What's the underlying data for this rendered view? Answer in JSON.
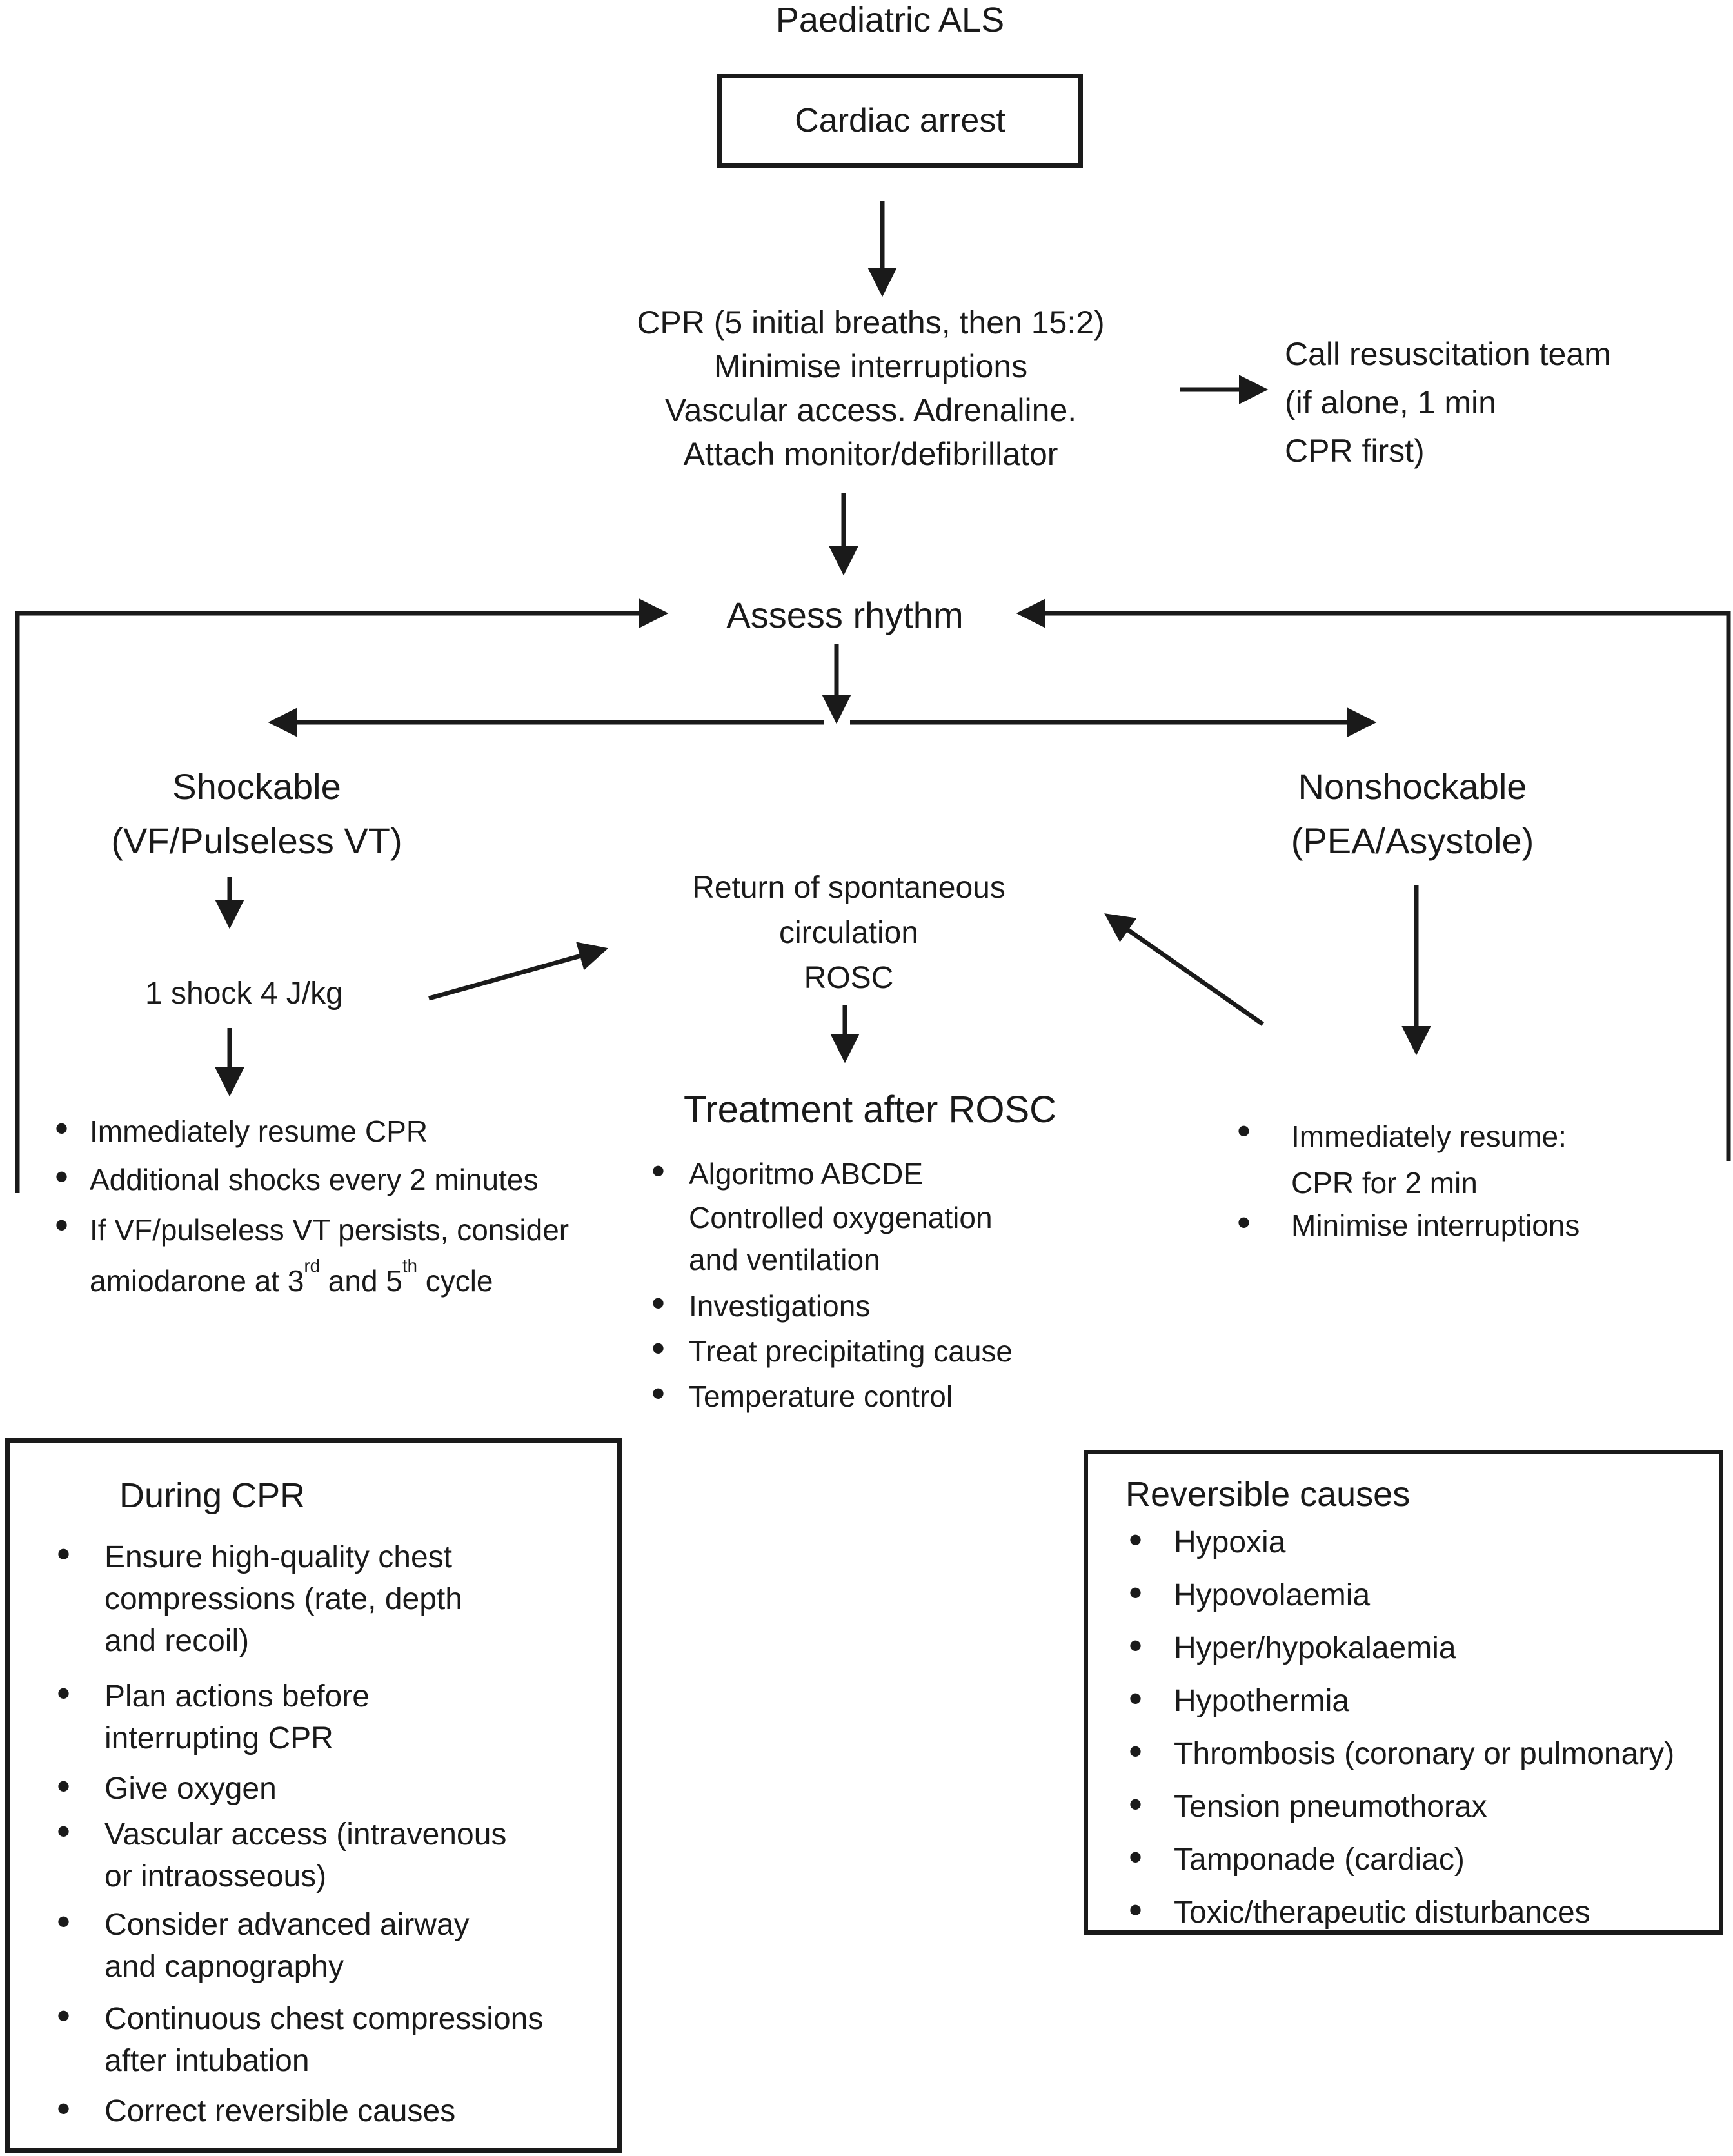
{
  "ui": {
    "bullet": "•"
  },
  "title": "Paediatric ALS",
  "cardiac_arrest_label": "Cardiac arrest",
  "cpr_block": "CPR (5 initial breaths, then 15:2)\nMinimise interruptions\nVascular access. Adrenaline.\nAttach monitor/defibrillator",
  "call_team": "Call resuscitation team\n(if alone, 1 min\nCPR first)",
  "assess_rhythm": "Assess rhythm",
  "shockable": "Shockable\n(VF/Pulseless VT)",
  "nonshockable": "Nonshockable\n(PEA/Asystole)",
  "one_shock": "1 shock 4 J/kg",
  "rosc": "Return of spontaneous\ncirculation\nROSC",
  "treatment_header": "Treatment after ROSC",
  "shockable_bullets": {
    "item1": "Immediately resume CPR",
    "item2": "Additional shocks every 2 minutes",
    "item3_line1": "If VF/pulseless VT persists, consider",
    "item3_line2_parts": {
      "pre": "amiodarone at 3",
      "sup1": "rd",
      "mid": " and 5",
      "sup2": "th",
      "post": " cycle"
    }
  },
  "rosc_bullets": {
    "item1": "Algoritmo ABCDE",
    "item1_cont": "Controlled oxygenation\nand ventilation",
    "item2": "Investigations",
    "item3": "Treat precipitating cause",
    "item4": "Temperature control"
  },
  "nonshockable_bullets": {
    "item1": "Immediately resume:\nCPR for 2 min",
    "item2": "Minimise interruptions"
  },
  "during_cpr": {
    "title": "During CPR",
    "items": [
      "Ensure high-quality chest\ncompressions (rate, depth\nand recoil)",
      "Plan actions before\ninterrupting CPR",
      "Give oxygen",
      "Vascular access (intravenous\nor intraosseous)",
      "Consider advanced airway\nand capnography",
      "Continuous chest compressions\nafter intubation",
      "Correct reversible causes"
    ]
  },
  "reversible_causes": {
    "title": "Reversible causes",
    "items": [
      "Hypoxia",
      "Hypovolaemia",
      "Hyper/hypokalaemia",
      "Hypothermia",
      "Thrombosis (coronary or pulmonary)",
      "Tension pneumothorax",
      "Tamponade (cardiac)",
      "Toxic/therapeutic disturbances"
    ]
  }
}
